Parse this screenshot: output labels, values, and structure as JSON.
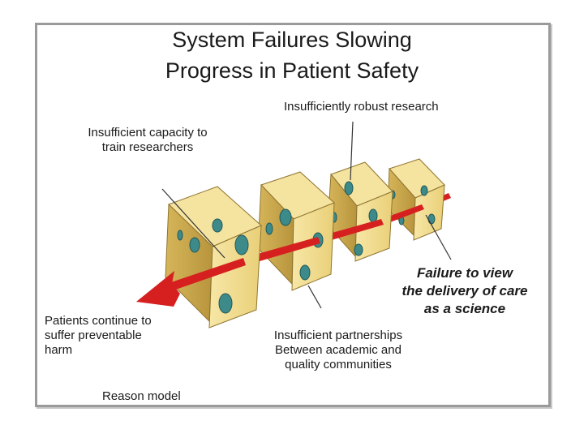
{
  "title": {
    "line1": "System Failures Slowing",
    "line2": "Progress in Patient Safety"
  },
  "labels": {
    "research": "Insufficiently robust research",
    "capacity": {
      "line1": "Insufficient capacity to",
      "line2": "train researchers"
    },
    "science": {
      "line1": "Failure to view",
      "line2": "the delivery of care",
      "line3": "as a science"
    },
    "patients": {
      "line1": "Patients continue to",
      "line2": "suffer preventable",
      "line3": "harm"
    },
    "partnerships": {
      "line1": "Insufficient partnerships",
      "line2": "Between academic and",
      "line3": "quality communities"
    },
    "model": "Reason model"
  },
  "colors": {
    "cheese": "#f2dc8c",
    "cheese_dark": "#c9a84a",
    "hole": "#3d8a8a",
    "arrow": "#d62020"
  }
}
